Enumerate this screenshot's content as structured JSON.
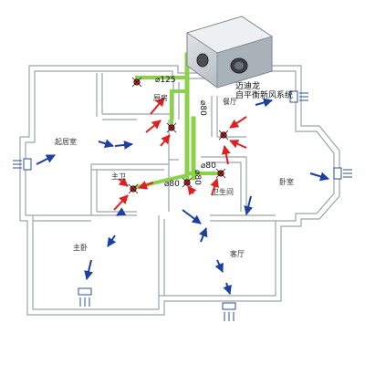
{
  "system_title": {
    "line1": "迈迪龙",
    "line2": "自平衡新风系统"
  },
  "ducts": {
    "main": "⌀125",
    "d80_left": "⌀80",
    "d80_right": "⌀80",
    "d80_vertical": "⌀80",
    "d80_mid": "⌀80"
  },
  "rooms": {
    "living_room": "起居室",
    "kitchen": "厨房",
    "restaurant": "餐厅",
    "master_bath": "主卫",
    "bathroom": "卫生间",
    "bedroom": "卧室",
    "master_bedroom": "主卧",
    "guest_room": "客厅"
  },
  "colors": {
    "wall": "#9aa3ad",
    "duct_green": "#8cd14a",
    "arrow_red": "#e02020",
    "arrow_blue": "#1e3fa0",
    "unit_body": "#c9cfd6"
  },
  "icons": {
    "unit": "ventilation-unit-icon",
    "fan": "ceiling-fan-icon",
    "window_vent": "window-vent-icon"
  }
}
